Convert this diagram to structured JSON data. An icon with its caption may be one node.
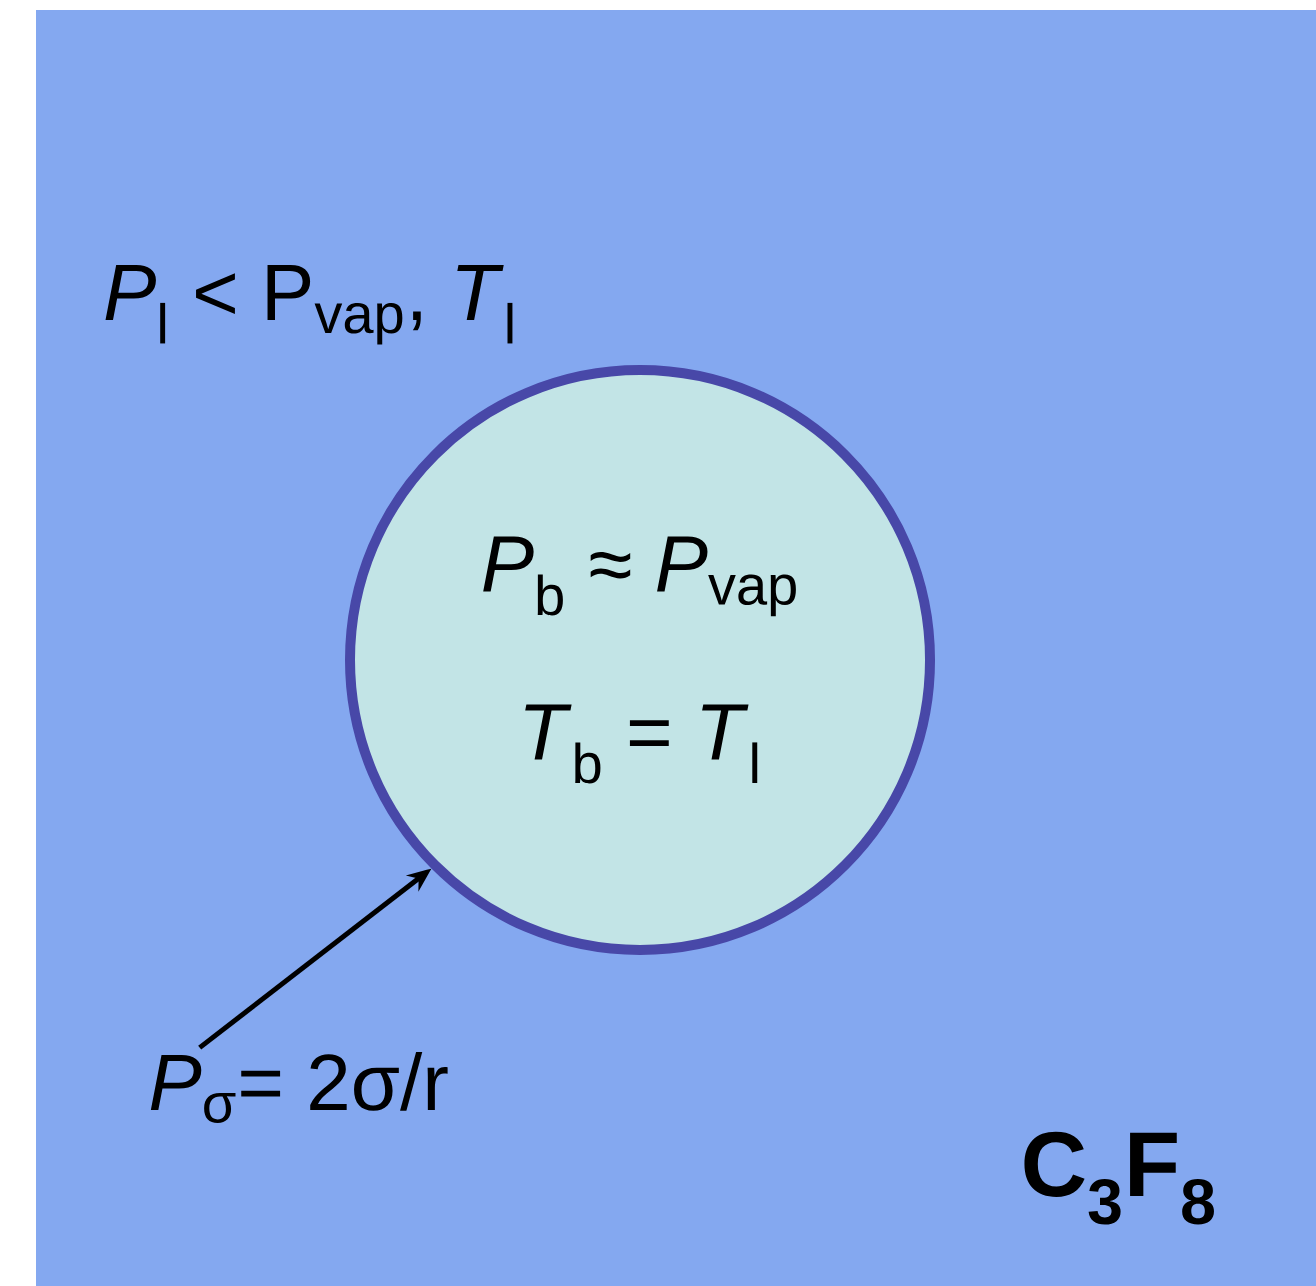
{
  "diagram": {
    "nodes": [
      {
        "text": [
          "*P*$_{l}$ < P$_{vap}$, *T*$_{l}$",
          "C$_{3}$F$_{8}$"
        ]
      },
      {
        "text": [
          "*P*$_{b}$ ≈ *P*$_{vap}$",
          "*T*$_{b}$ = *T*$_{l}$"
        ],
        "in": 0
      },
      {
        "text": [
          "*P*$_{σ}$= 2σ/r"
        ],
        "in": 0
      }
    ],
    "edges": [
      {
        "from": 2,
        "to": 1,
        "arrow": "to"
      }
    ]
  }
}
